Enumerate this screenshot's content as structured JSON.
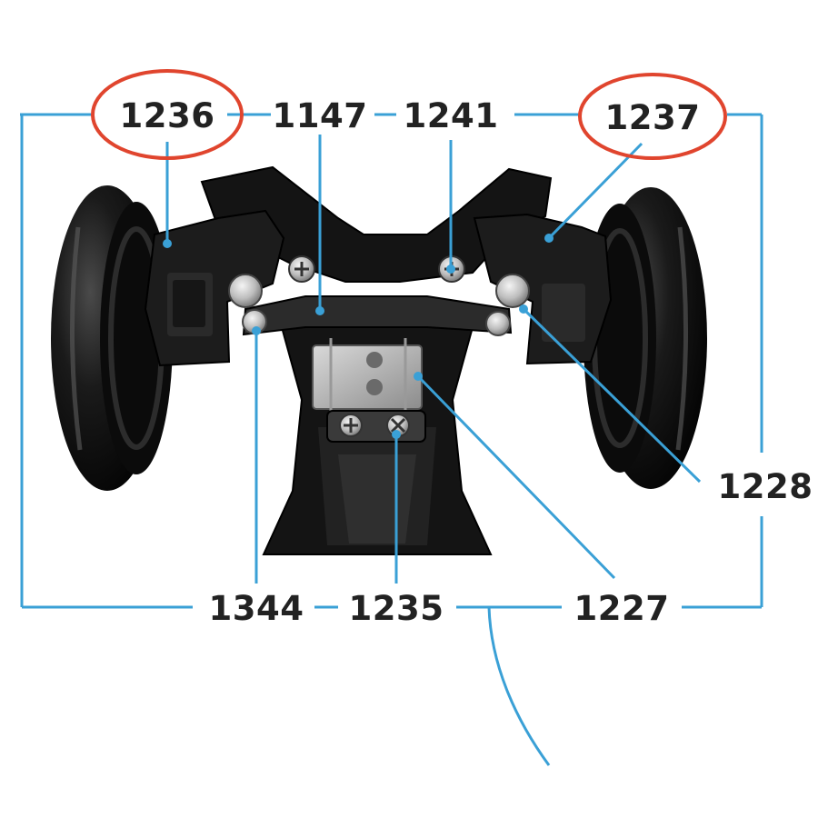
{
  "diagram": {
    "top_labels": [
      "1236",
      "1147",
      "1241",
      "1237"
    ],
    "side_label": "1228",
    "bottom_labels": [
      "1344",
      "1235",
      "1227"
    ],
    "highlighted_labels": [
      "1236",
      "1237"
    ]
  },
  "colors": {
    "leader_line": "#3aa0d6",
    "highlight_ring": "#e0452e",
    "label_text": "#222222",
    "part_dark": "#111111",
    "metal": "#b8b8b8"
  }
}
